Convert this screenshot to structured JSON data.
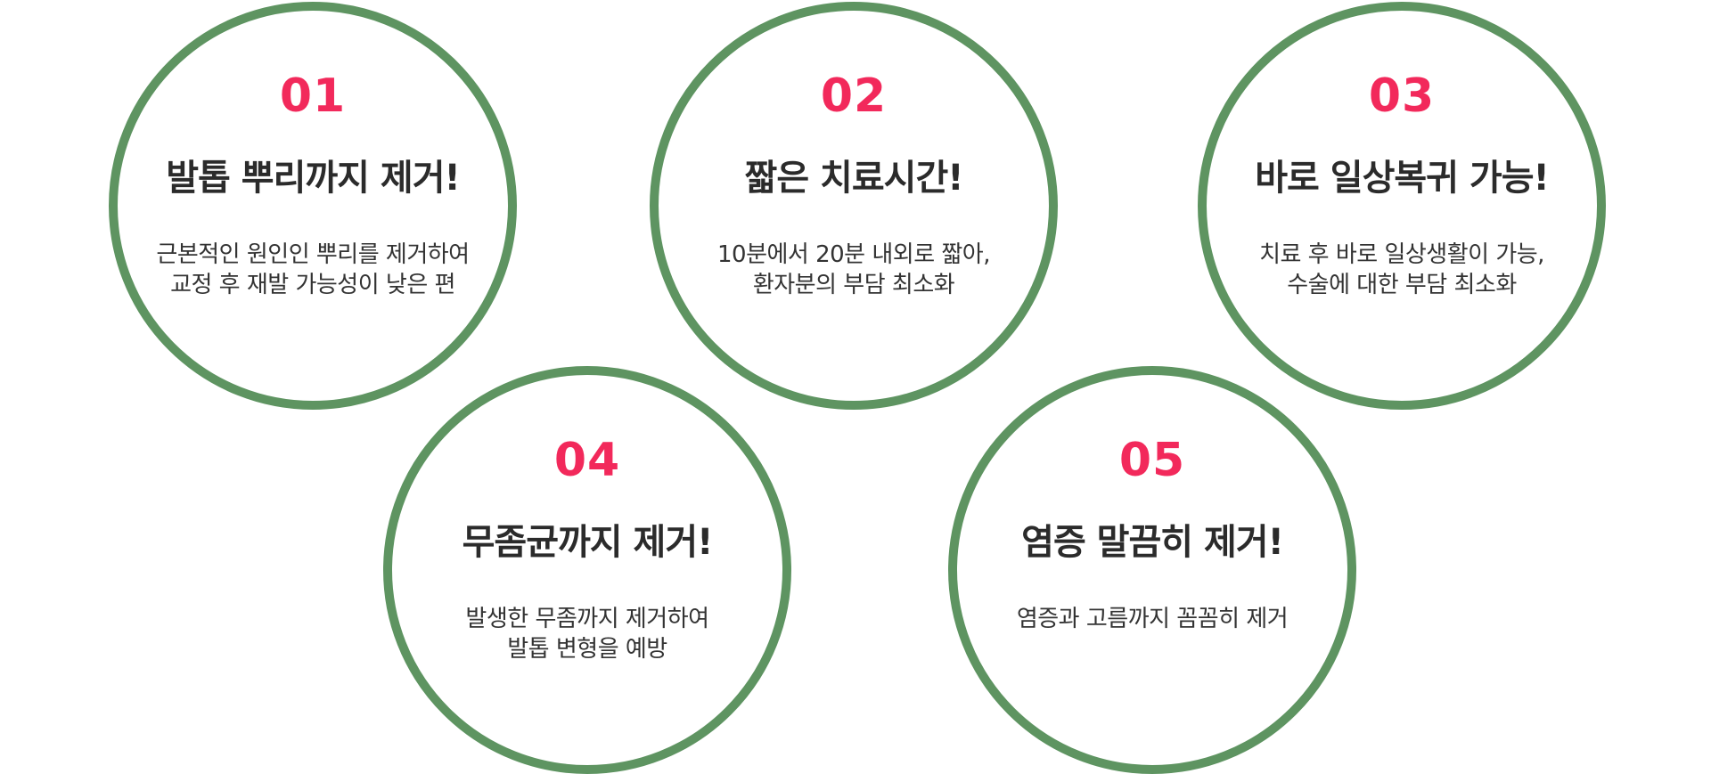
{
  "colors": {
    "ring": "#5e9461",
    "accent": "#f2295b",
    "title": "#2b2b2b",
    "text": "#333333",
    "background": "#ffffff"
  },
  "items": [
    {
      "number": "01",
      "title": "발톱 뿌리까지 제거!",
      "lines": [
        "근본적인 원인인 뿌리를 제거하여",
        "교정 후 재발 가능성이 낮은 편"
      ]
    },
    {
      "number": "02",
      "title": "짧은 치료시간!",
      "lines": [
        "10분에서 20분 내외로 짧아,",
        "환자분의 부담 최소화"
      ]
    },
    {
      "number": "03",
      "title": "바로 일상복귀 가능!",
      "lines": [
        "치료 후 바로 일상생활이 가능,",
        "수술에 대한 부담 최소화"
      ]
    },
    {
      "number": "04",
      "title": "무좀균까지 제거!",
      "lines": [
        "발생한 무좀까지 제거하여",
        "발톱 변형을 예방"
      ]
    },
    {
      "number": "05",
      "title": "염증 말끔히 제거!",
      "lines": [
        "염증과 고름까지 꼼꼼히 제거",
        ""
      ]
    }
  ]
}
